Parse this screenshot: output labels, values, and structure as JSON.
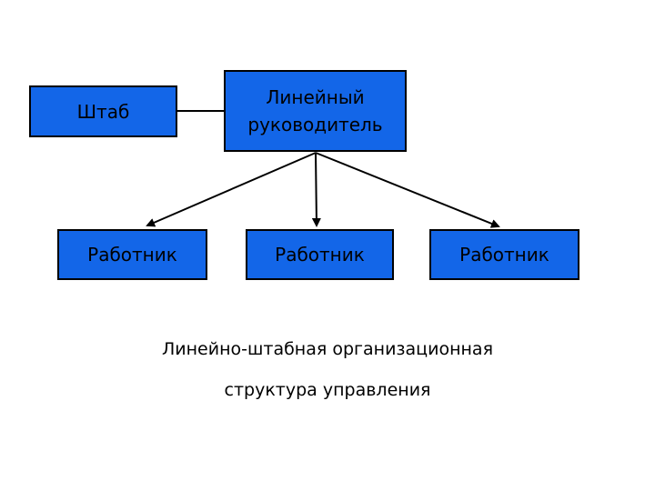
{
  "diagram": {
    "title_caption": {
      "line1": "Линейно-штабная организационная",
      "line2": "структура управления"
    },
    "nodes": {
      "staff": {
        "label": "Штаб"
      },
      "manager": {
        "label": "Линейный руководитель"
      },
      "workers": [
        {
          "label": "Работник"
        },
        {
          "label": "Работник"
        },
        {
          "label": "Работник"
        }
      ]
    },
    "colors": {
      "node_fill": "#1366E8",
      "node_border": "#000000",
      "line": "#000000",
      "text": "#000000",
      "background": "#FFFFFF"
    }
  }
}
